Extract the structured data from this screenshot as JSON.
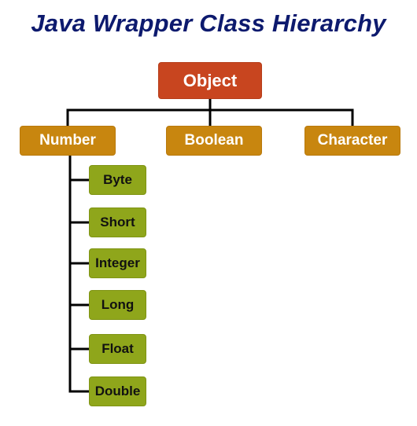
{
  "title": "Java Wrapper Class Hierarchy",
  "root": {
    "label": "Object"
  },
  "children": [
    {
      "label": "Number"
    },
    {
      "label": "Boolean"
    },
    {
      "label": "Character"
    }
  ],
  "number_children": [
    {
      "label": "Byte"
    },
    {
      "label": "Short"
    },
    {
      "label": "Integer"
    },
    {
      "label": "Long"
    },
    {
      "label": "Float"
    },
    {
      "label": "Double"
    }
  ],
  "colors": {
    "title": "#0d1a6e",
    "root": "#c8451f",
    "level2": "#c8860f",
    "leaf": "#8fa61b",
    "connector": "#000000"
  }
}
